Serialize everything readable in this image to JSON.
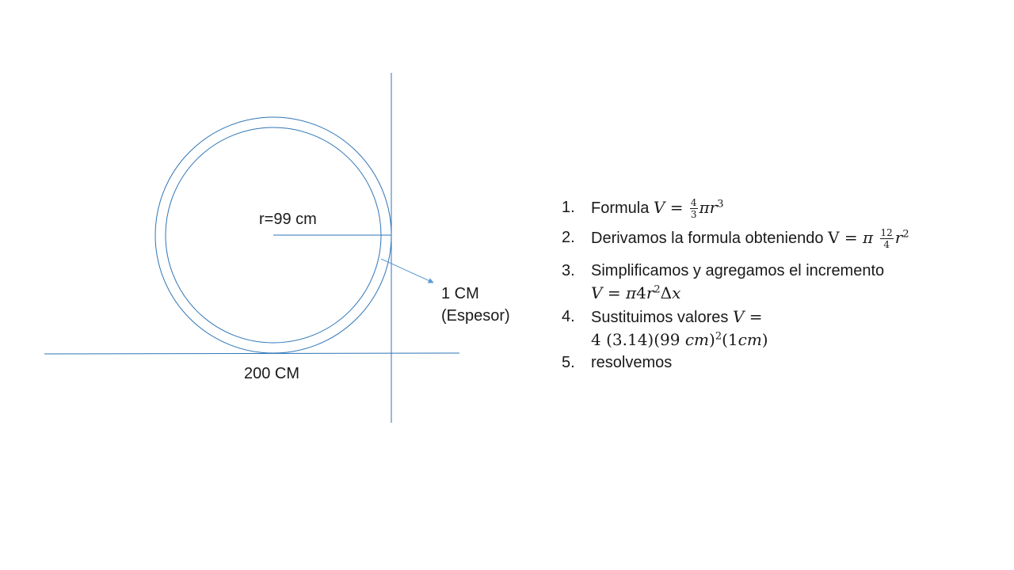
{
  "diagram": {
    "radius_label": "r=99 cm",
    "thickness_label_line1": "1 CM",
    "thickness_label_line2": "(Espesor)",
    "diameter_label": "200 CM",
    "line_color": "#2e75b6",
    "arrow_color": "#5b9bd5"
  },
  "steps": [
    {
      "number": "1.",
      "text": "Formula",
      "formula": {
        "lhs": "V",
        "eq": "=",
        "frac_num": "4",
        "frac_den": "3",
        "pi": "π",
        "var": "r",
        "exp": "3"
      }
    },
    {
      "number": "2.",
      "text": "Derivamos la formula obteniendo",
      "formula": {
        "lhs": "V",
        "eq": "=",
        "pi": "π",
        "frac_num": "12",
        "frac_den": "4",
        "var": "r",
        "exp": "2"
      }
    },
    {
      "number": "3.",
      "text": "Simplificamos y agregamos el incremento",
      "formula": {
        "lhs": "V",
        "eq": "=",
        "rhs_pi": "π",
        "rhs_4": "4",
        "var": "r",
        "exp": "2",
        "delta": "Δ",
        "dx": "x"
      }
    },
    {
      "number": "4.",
      "text": "Sustituimos valores",
      "formula": {
        "lhs": "V",
        "eq": "=",
        "line2_a": "4 (3.14)(99 ",
        "unit1": "cm",
        "line2_b": ")",
        "exp": "2",
        "line2_c": "(1",
        "unit2": "cm",
        "line2_d": ")"
      }
    },
    {
      "number": "5.",
      "text": "resolvemos"
    }
  ]
}
